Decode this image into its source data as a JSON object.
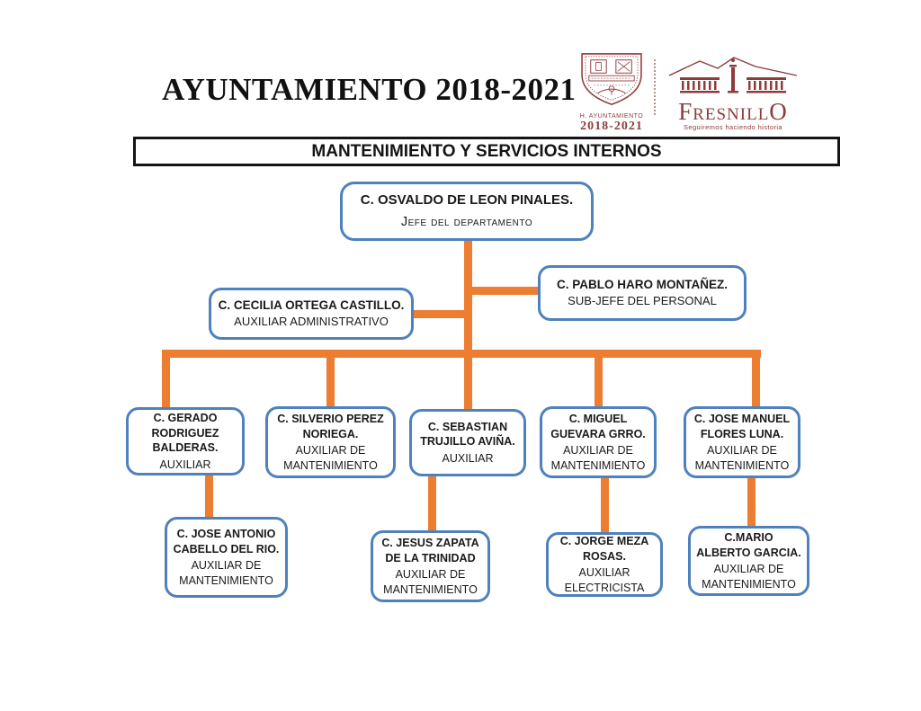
{
  "header": {
    "title": "AYUNTAMIENTO 2018-2021",
    "crest": {
      "caption_top": "H. AYUNTAMIENTO",
      "caption_bottom": "2018-2021"
    },
    "fresnillo": {
      "wordmark": "FresnillO",
      "tagline": "Seguiremos haciendo historia"
    }
  },
  "banner": {
    "title": "MANTENIMIENTO Y SERVICIOS INTERNOS"
  },
  "colors": {
    "node_border_blue": "#4F81BD",
    "connector_orange": "#ED7D31",
    "logo_maroon": "#8E3B3B",
    "banner_border": "#141414"
  },
  "org_chart": {
    "nodes": [
      {
        "id": "jefe",
        "name": "C. OSVALDO DE LEON PINALES.",
        "role": "Jefe del departamento"
      },
      {
        "id": "subjefe",
        "name": "C. PABLO HARO MONTAÑEZ.",
        "role": "SUB-JEFE DEL PERSONAL"
      },
      {
        "id": "auxadmin",
        "name": "C. CECILIA ORTEGA CASTILLO.",
        "role": "AUXILIAR ADMINISTRATIVO"
      },
      {
        "id": "gerado",
        "name": "C. GERADO RODRIGUEZ BALDERAS.",
        "role": "AUXILIAR"
      },
      {
        "id": "silverio",
        "name": "C. SILVERIO PEREZ NORIEGA.",
        "role": "AUXILIAR DE MANTENIMIENTO"
      },
      {
        "id": "sebastian",
        "name": "C. SEBASTIAN TRUJILLO AVIÑA.",
        "role": "AUXILIAR"
      },
      {
        "id": "miguel",
        "name": "C. MIGUEL GUEVARA GRRO.",
        "role": "AUXILIAR DE MANTENIMIENTO"
      },
      {
        "id": "josemanuel",
        "name": "C. JOSE MANUEL FLORES LUNA.",
        "role": "AUXILIAR DE MANTENIMIENTO"
      },
      {
        "id": "joseantonio",
        "name": "C. JOSE ANTONIO CABELLO DEL RIO.",
        "role": "AUXILIAR DE MANTENIMIENTO"
      },
      {
        "id": "jesus",
        "name": "C. JESUS ZAPATA DE LA TRINIDAD",
        "role": "AUXILIAR DE MANTENIMIENTO"
      },
      {
        "id": "jorge",
        "name": "C. JORGE MEZA ROSAS.",
        "role": "AUXILIAR ELECTRICISTA"
      },
      {
        "id": "mario",
        "name": "C.MARIO ALBERTO GARCIA.",
        "role": "AUXILIAR DE MANTENIMIENTO"
      }
    ]
  }
}
